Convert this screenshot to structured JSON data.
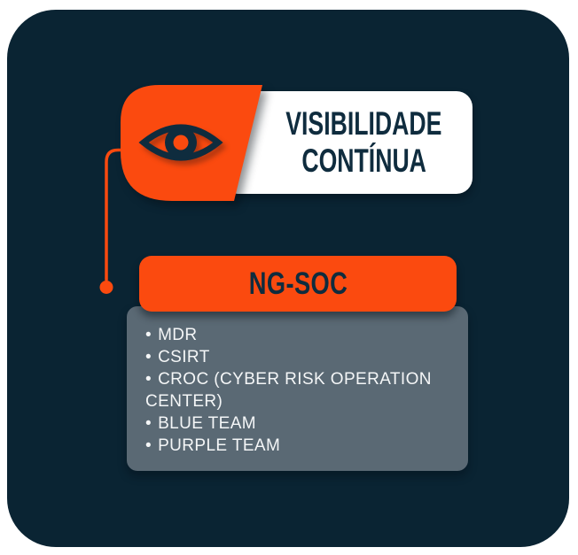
{
  "colors": {
    "background": "#ffffff",
    "board": "#0a2433",
    "accent": "#fb4a0f",
    "card": "#ffffff",
    "panel": "#5a6974",
    "ink": "#0f2c3e",
    "list_ink": "#f4f6f7"
  },
  "header": {
    "icon": "eye-icon",
    "title_line1": "VISIBILIDADE",
    "title_line2": "CONTÍNUA"
  },
  "group": {
    "label": "NG-SOC",
    "items": [
      "MDR",
      "CSIRT",
      "CROC (CYBER RISK OPERATION CENTER)",
      "BLUE TEAM",
      "PURPLE TEAM"
    ]
  }
}
